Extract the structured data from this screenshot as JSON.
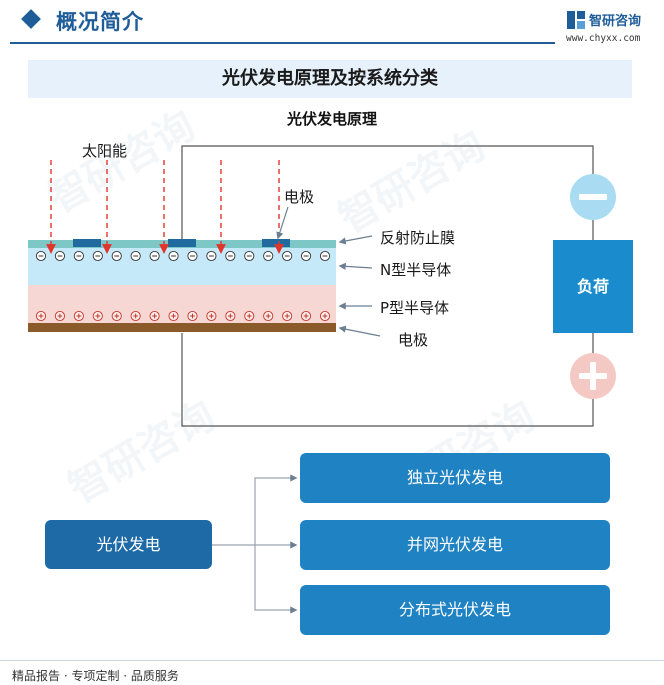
{
  "header": {
    "title": "概况简介",
    "logo_name": "智研咨询",
    "logo_url": "www.chyxx.com"
  },
  "banner_title": "光伏发电原理及按系统分类",
  "diagram": {
    "title": "光伏发电原理",
    "sun_label": "太阳能",
    "electrode_top_label": "电极",
    "layer_labels": {
      "anti_reflection": "反射防止膜",
      "n_type": "N型半导体",
      "p_type": "P型半导体",
      "electrode_bottom": "电极"
    },
    "load_label": "负荷",
    "negative_count": 16,
    "positive_count": 16,
    "colors": {
      "top_film": "#7ec7c7",
      "n_layer": "#c5e9f8",
      "p_layer": "#f6d7d4",
      "bottom_electrode": "#8b5a2b",
      "electrode_pad": "#1f6b9f",
      "sun_ray": "#e0352b",
      "minus_circle": "#a9dcf2",
      "plus_circle": "#f5c9c3"
    }
  },
  "classification": {
    "root": "光伏发电",
    "children": [
      "独立光伏发电",
      "并网光伏发电",
      "分布式光伏发电"
    ]
  },
  "footer": "精品报告 · 专项定制 · 品质服务",
  "watermark": "智研咨询"
}
